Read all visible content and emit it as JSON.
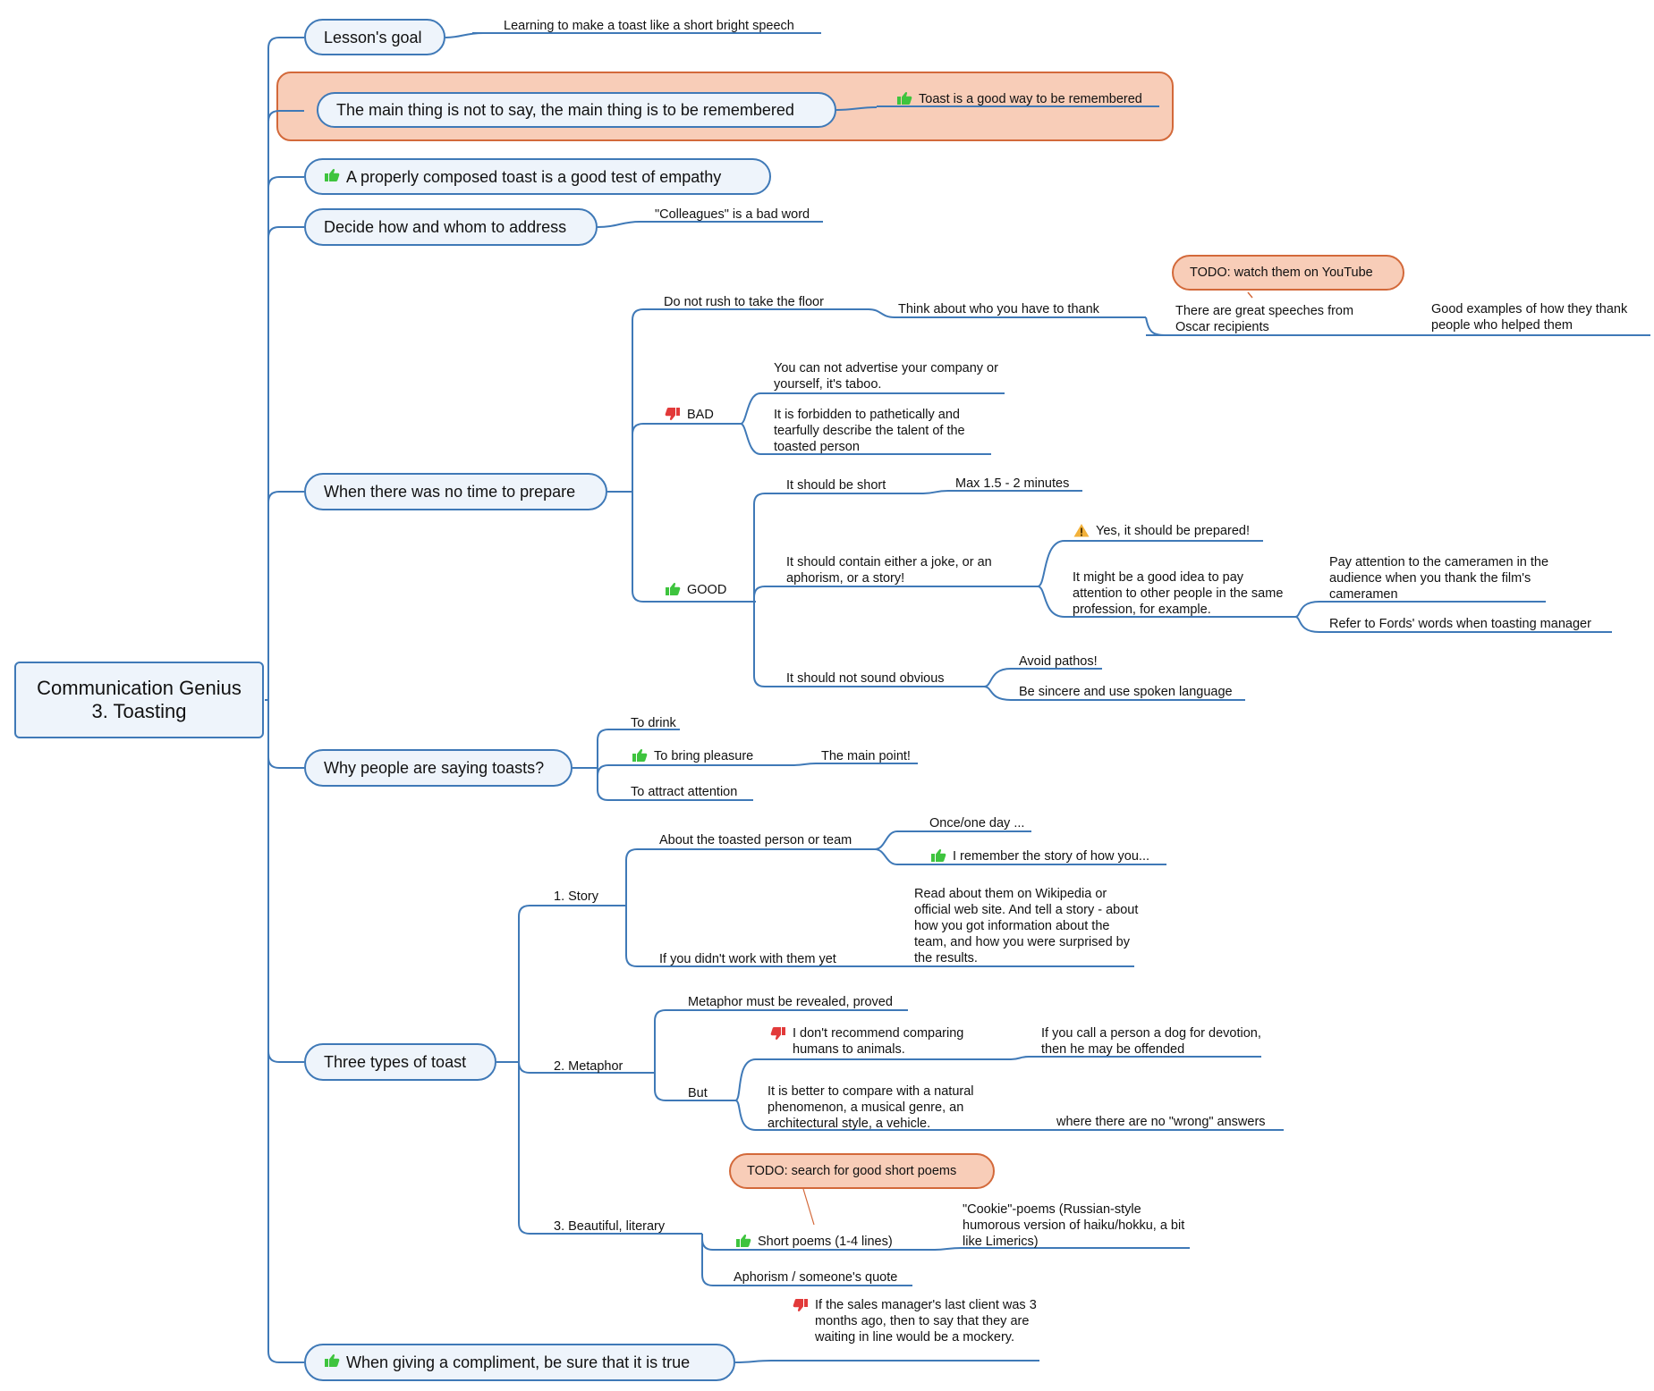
{
  "colors": {
    "branch": "#3f79b7",
    "node_fill": "#eef4fb",
    "todo_fill": "#f8cdb8",
    "todo_border": "#d3693a",
    "thumbs_up": "#3ec43e",
    "thumbs_down": "#e23a3a",
    "warning": "#f2b13a"
  },
  "root": {
    "line1": "Communication Genius",
    "line2": "3. Toasting"
  },
  "goal": {
    "title": "Lesson's goal",
    "note": "Learning to make a toast like a short bright speech"
  },
  "main_thing": {
    "title": "The main thing is not to say, the main thing is to be remembered",
    "note": "Toast is a good way to be remembered",
    "note_icon": "thumbs-up-icon"
  },
  "empathy": {
    "title": "A properly composed toast is a good test of empathy",
    "icon": "thumbs-up-icon"
  },
  "address": {
    "title": "Decide how and whom to address",
    "note": "\"Colleagues\" is a bad word"
  },
  "no_time": {
    "title": "When there was no time to prepare",
    "rush": {
      "label": "Do not rush to take the floor",
      "think": "Think about who you have to thank",
      "oscar": "There are great speeches from Oscar recipients",
      "examples": "Good examples of how they thank people who helped them",
      "todo": "TODO: watch them on YouTube"
    },
    "bad": {
      "label": "BAD",
      "icon": "thumbs-down-icon",
      "item1": "You can not advertise your company or yourself, it's taboo.",
      "item2": "It is forbidden to pathetically and tearfully describe the talent of the toasted person"
    },
    "good": {
      "label": "GOOD",
      "icon": "thumbs-up-icon",
      "short": "It should be short",
      "max": "Max 1.5 - 2 minutes",
      "contain": "It should contain either a joke, or an aphorism, or a story!",
      "prepared": "Yes, it should be prepared!",
      "prepared_icon": "warning-icon",
      "idea": "It might be a good idea to pay attention to other people in the same profession, for example.",
      "cameramen": "Pay attention to the cameramen in the audience when you thank the film's cameramen",
      "fords": "Refer to Fords' words when toasting manager",
      "obvious": "It should not sound obvious",
      "pathos": "Avoid pathos!",
      "sincere": "Be sincere and use spoken language"
    }
  },
  "why": {
    "title": "Why people are saying toasts?",
    "drink": "To drink",
    "pleasure": "To bring pleasure",
    "pleasure_icon": "thumbs-up-icon",
    "main_point": "The main point!",
    "attention": "To attract attention"
  },
  "three": {
    "title": "Three types of toast",
    "story": {
      "label": "1. Story",
      "about": "About the toasted person or team",
      "once": "Once/one day ...",
      "remember": "I remember the story of how you...",
      "remember_icon": "thumbs-up-icon",
      "notwork": "If you didn't work with them yet",
      "read": "Read about them on Wikipedia or official web site. And tell a story - about how you got information about the team, and how you were surprised by the results."
    },
    "metaphor": {
      "label": "2. Metaphor",
      "revealed": "Metaphor must be revealed, proved",
      "but": "But",
      "dont": "I don't recommend comparing humans to animals.",
      "dont_icon": "thumbs-down-icon",
      "dog": "If you call a person a dog for devotion, then he may be offended",
      "better": "It is better to compare with a natural phenomenon, a musical genre, an architectural style, a vehicle.",
      "wrong": "where there are no \"wrong\" answers"
    },
    "literary": {
      "label": "3. Beautiful, literary",
      "poems": "Short poems (1-4 lines)",
      "poems_icon": "thumbs-up-icon",
      "cookie": "\"Cookie\"-poems (Russian-style humorous version of haiku/hokku, a bit like Limerics)",
      "todo": "TODO: search for good short poems",
      "aphorism": "Aphorism / someone's quote"
    }
  },
  "compliment": {
    "title": "When giving a compliment, be sure that it is true",
    "icon": "thumbs-up-icon",
    "note": "If the sales manager's last client was 3 months ago, then to say that they are waiting in line would be a mockery.",
    "note_icon": "thumbs-down-icon"
  }
}
